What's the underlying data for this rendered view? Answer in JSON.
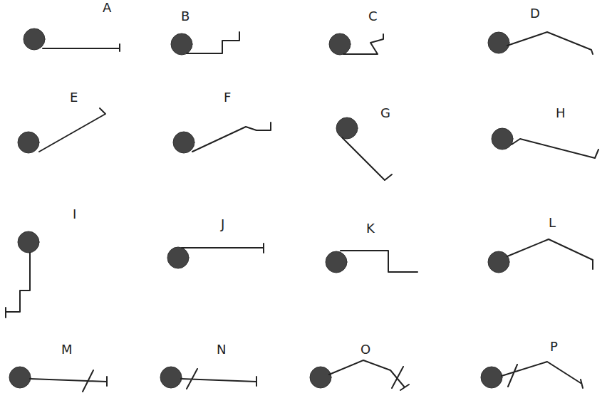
{
  "diagram": {
    "labels": [
      "A",
      "B",
      "C",
      "D",
      "E",
      "F",
      "G",
      "H",
      "I",
      "J",
      "K",
      "L",
      "M",
      "N",
      "O",
      "P"
    ]
  }
}
